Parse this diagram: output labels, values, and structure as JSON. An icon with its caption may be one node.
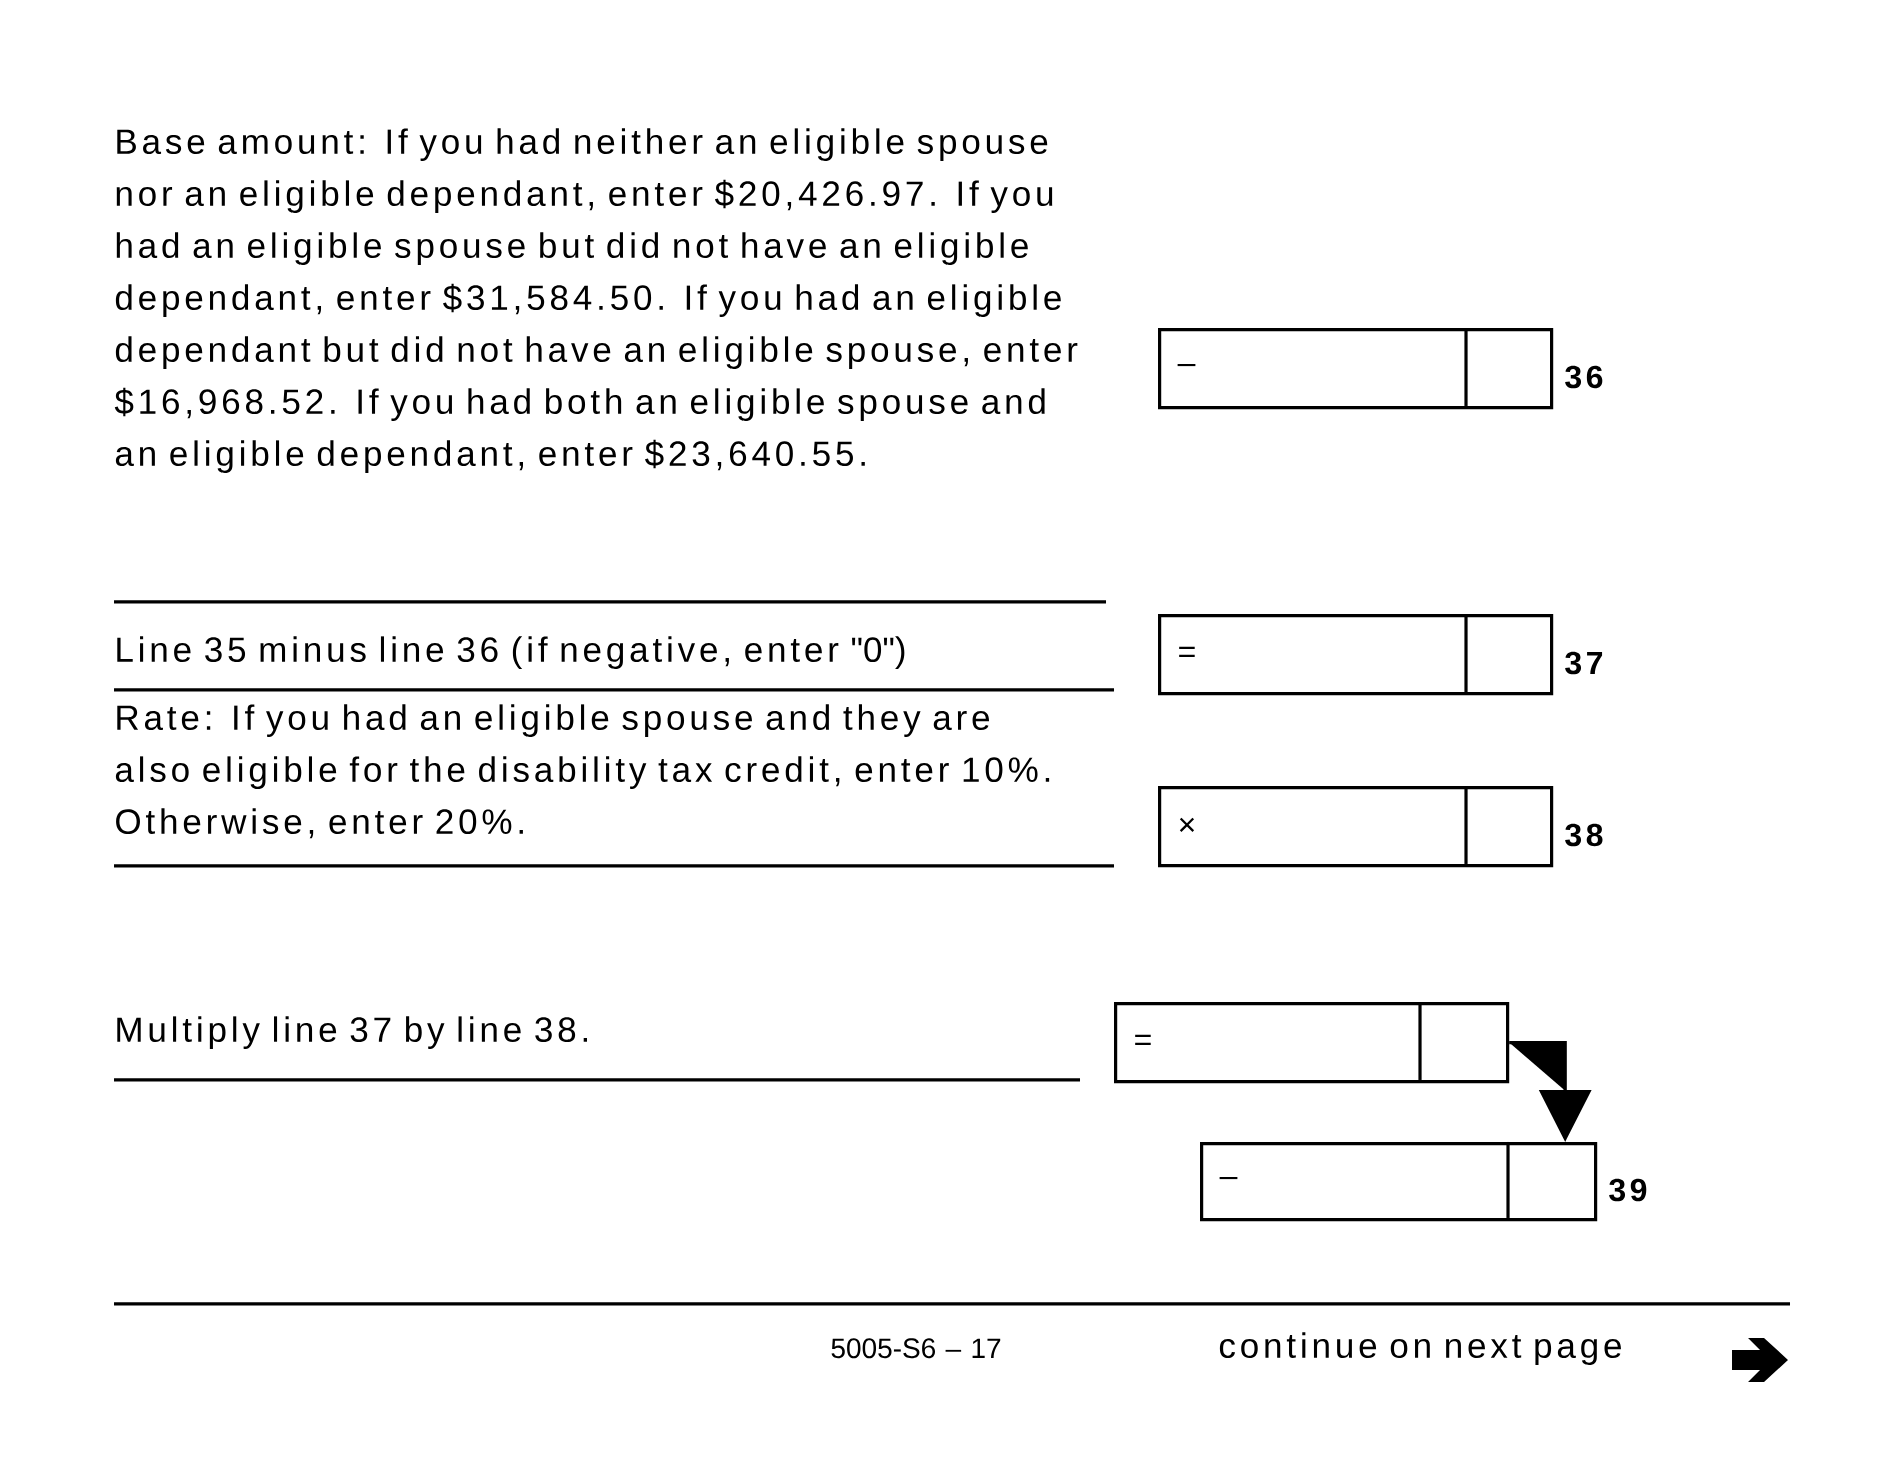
{
  "diagram": {
    "nodes": [
      {
        "text": [
          "–"
        ],
        "beside": [
          "36"
        ]
      },
      {
        "text": [
          "="
        ],
        "beside": [
          "37"
        ]
      },
      {
        "text": [
          "×"
        ],
        "beside": [
          "38"
        ]
      },
      {
        "text": [
          "="
        ]
      },
      {
        "text": [
          "–"
        ],
        "beside": [
          "39"
        ]
      }
    ],
    "edges": [
      {
        "from": 3,
        "to": 4,
        "arrow": "to"
      }
    ],
    "labels": [
      "Base amount: If you had neither an eligible spouse nor an eligible dependant, enter $20,426.97. If you had an eligible spouse but did not have an eligible dependant, enter $31,584.50. If you had an eligible dependant but did not have an eligible spouse, enter $16,968.52. If you had both an eligible spouse and an eligible dependant, enter $23,640.55.",
      "Line 35 minus line 36 (if negative, enter \"0\")",
      "Rate: If you had an eligible spouse and they are also eligible for the disability tax credit, enter 10%. Otherwise, enter 20%.",
      "Multiply line 37 by line 38.",
      "5005-S6 – 17",
      "continue on next page"
    ]
  }
}
